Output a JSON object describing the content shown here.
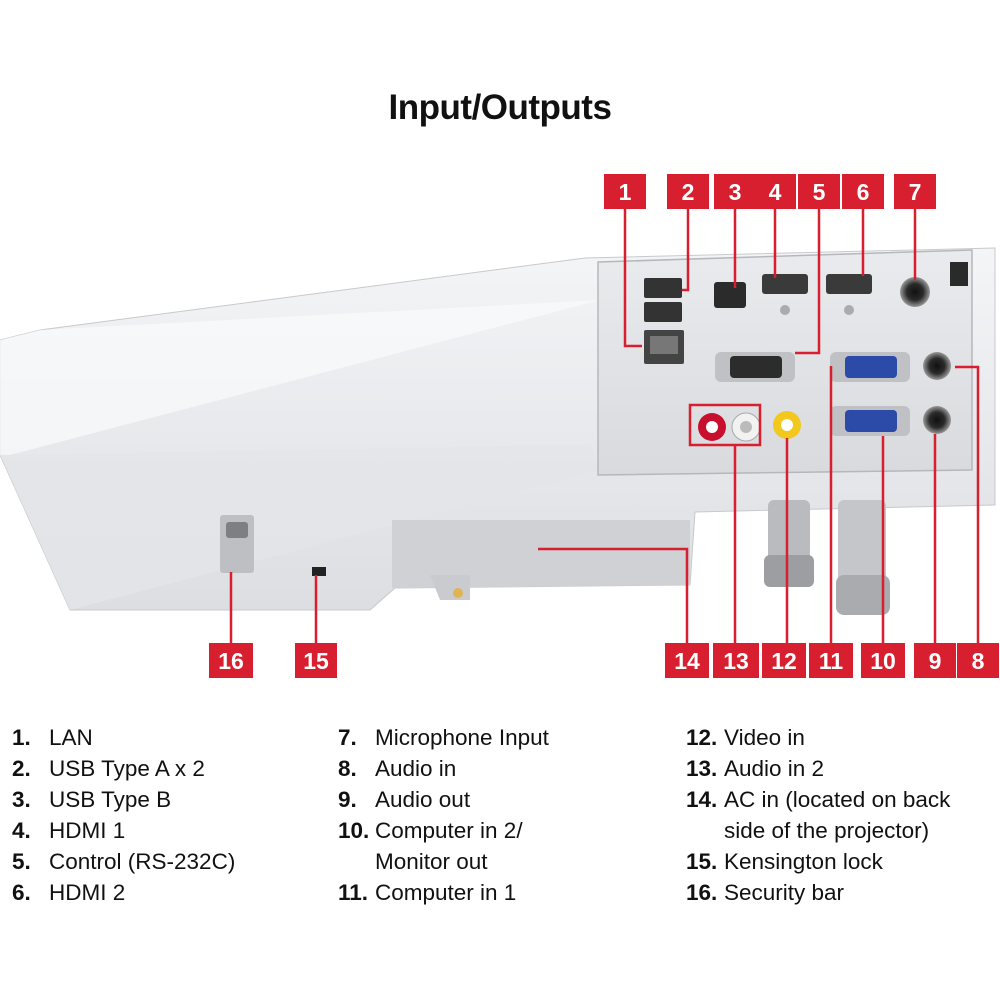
{
  "title": "Input/Outputs",
  "accent_color": "#d71f2f",
  "callouts": [
    "1",
    "2",
    "3",
    "4",
    "5",
    "6",
    "7",
    "8",
    "9",
    "10",
    "11",
    "12",
    "13",
    "14",
    "15",
    "16"
  ],
  "legend": [
    [
      {
        "num": "1.",
        "label": "LAN"
      },
      {
        "num": "2.",
        "label": "USB Type A x 2"
      },
      {
        "num": "3.",
        "label": "USB Type B"
      },
      {
        "num": "4.",
        "label": "HDMI 1"
      },
      {
        "num": "5.",
        "label": "Control (RS-232C)"
      },
      {
        "num": "6.",
        "label": "HDMI 2"
      }
    ],
    [
      {
        "num": "7.",
        "label": "Microphone Input"
      },
      {
        "num": "8.",
        "label": "Audio in"
      },
      {
        "num": "9.",
        "label": "Audio out"
      },
      {
        "num": "10.",
        "label": "Computer in 2/\nMonitor out"
      },
      {
        "num": "11.",
        "label": "Computer in 1"
      }
    ],
    [
      {
        "num": "12.",
        "label": "Video in"
      },
      {
        "num": "13.",
        "label": "Audio in 2"
      },
      {
        "num": "14.",
        "label": "AC in (located on back\nside of the projector)"
      },
      {
        "num": "15.",
        "label": "Kensington lock"
      },
      {
        "num": "16.",
        "label": "Security bar"
      }
    ]
  ]
}
